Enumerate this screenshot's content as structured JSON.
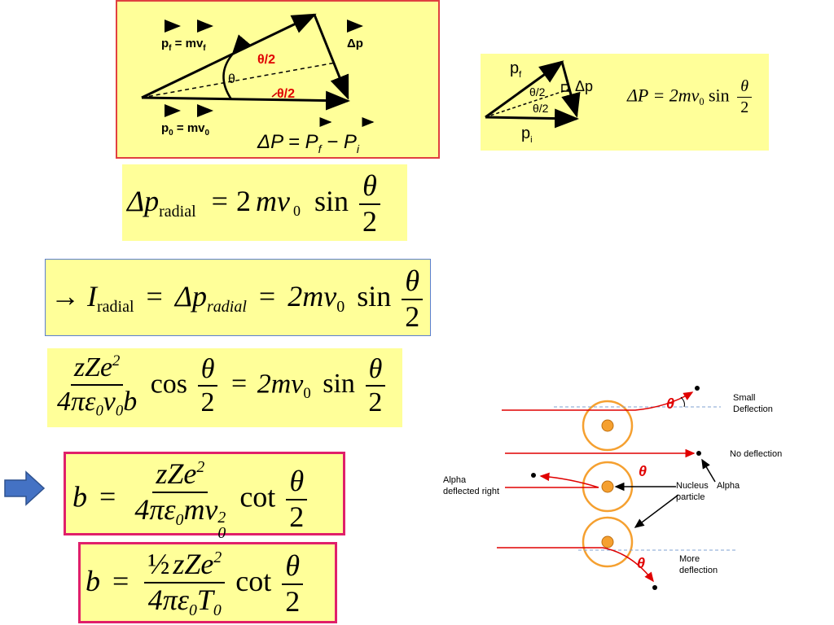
{
  "diagram1": {
    "pf_label": "p",
    "pf_sub": "f",
    "pf_eq": " = mv",
    "pf_eq_sub": "f",
    "dp_label": "Δp",
    "theta_half_top": "θ/2",
    "theta_half_bottom": "θ/2",
    "theta": "θ",
    "p0_label": "p",
    "p0_sub": "0",
    "p0_eq": " = mv",
    "p0_eq_sub": "0",
    "formula": "ΔP = P",
    "formula_f": "f",
    "formula_minus": " − P",
    "formula_i": "i"
  },
  "diagram2": {
    "pf_label": "p",
    "pf_sub": "f",
    "pi_label": "p",
    "pi_sub": "i",
    "dp_label": "Δp",
    "theta_half_top": "θ/2",
    "theta_half_bottom": "θ/2",
    "formula_lhs": "ΔP = 2mv",
    "formula_sub": "0",
    "formula_sin": " sin",
    "formula_num": "θ",
    "formula_den": "2"
  },
  "eq1": {
    "lhs": "Δp",
    "lhs_sub": "radial",
    "eq": "=",
    "coef": "2",
    "mv": "mv",
    "sub": "0",
    "sin": "sin",
    "num": "θ",
    "den": "2"
  },
  "eq2": {
    "arrow": "→",
    "I": "I",
    "I_sub": "radial",
    "eq": "=",
    "dp": "Δp",
    "dp_sub": "radial",
    "eq2": "=",
    "rhs": "2mv",
    "rhs_sub": "0",
    "sin": "sin",
    "num": "θ",
    "den": "2"
  },
  "eq3": {
    "num": "zZe",
    "num_sup": "2",
    "den": "4πε",
    "den_sub1": "0",
    "den_v": "v",
    "den_sub2": "0",
    "den_b": "b",
    "cos": "cos",
    "f1_num": "θ",
    "f1_den": "2",
    "eq": "=",
    "rhs": "2mv",
    "rhs_sub": "0",
    "sin": "sin",
    "f2_num": "θ",
    "f2_den": "2"
  },
  "eq4": {
    "lhs": "b",
    "eq": "=",
    "num": "zZe",
    "num_sup": "2",
    "den": "4πε",
    "den_sub": "0",
    "den_mv": "mv",
    "den_sup": "2",
    "den_sub2": "0",
    "cot": "cot",
    "f_num": "θ",
    "f_den": "2"
  },
  "eq5": {
    "lhs": "b",
    "eq": "=",
    "half": "½",
    "num": "zZe",
    "num_sup": "2",
    "den": "4πε",
    "den_sub": "0",
    "den_T": "T",
    "den_sub2": "0",
    "cot": "cot",
    "f_num": "θ",
    "f_den": "2"
  },
  "scatter": {
    "small_deflection_1": "Small",
    "small_deflection_2": "Deflection",
    "no_deflection": "No deflection",
    "alpha_left_1": "Alpha",
    "alpha_left_2": "deflected right",
    "nucleus_1": "Nucleus",
    "nucleus_2": "particle",
    "alpha_right": "Alpha",
    "more_1": "More",
    "more_2": "deflection",
    "theta1": "θ",
    "theta2": "θ",
    "theta3": "θ"
  },
  "colors": {
    "box_fill": "#ffff99",
    "red_border": "#e04040",
    "magenta_border": "#e0206a",
    "blue_border": "#5a7fd0",
    "arrow_blue": "#4472c4",
    "orange": "#f5a030",
    "red": "#e00000"
  }
}
